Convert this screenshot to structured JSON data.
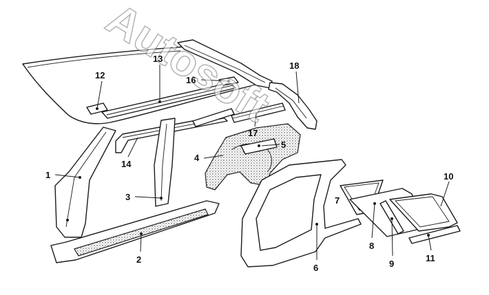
{
  "watermark": "Autosoft",
  "callouts": [
    {
      "id": "c1",
      "text": "1"
    },
    {
      "id": "c2",
      "text": "2"
    },
    {
      "id": "c3",
      "text": "3"
    },
    {
      "id": "c4",
      "text": "4"
    },
    {
      "id": "c5",
      "text": "5"
    },
    {
      "id": "c6",
      "text": "6"
    },
    {
      "id": "c7",
      "text": "7"
    },
    {
      "id": "c8",
      "text": "8"
    },
    {
      "id": "c9",
      "text": "9"
    },
    {
      "id": "c10",
      "text": "10"
    },
    {
      "id": "c11",
      "text": "11"
    },
    {
      "id": "c12",
      "text": "12"
    },
    {
      "id": "c13",
      "text": "13"
    },
    {
      "id": "c14",
      "text": "14"
    },
    {
      "id": "c16",
      "text": "16"
    },
    {
      "id": "c17",
      "text": "17"
    },
    {
      "id": "c18",
      "text": "18"
    }
  ]
}
